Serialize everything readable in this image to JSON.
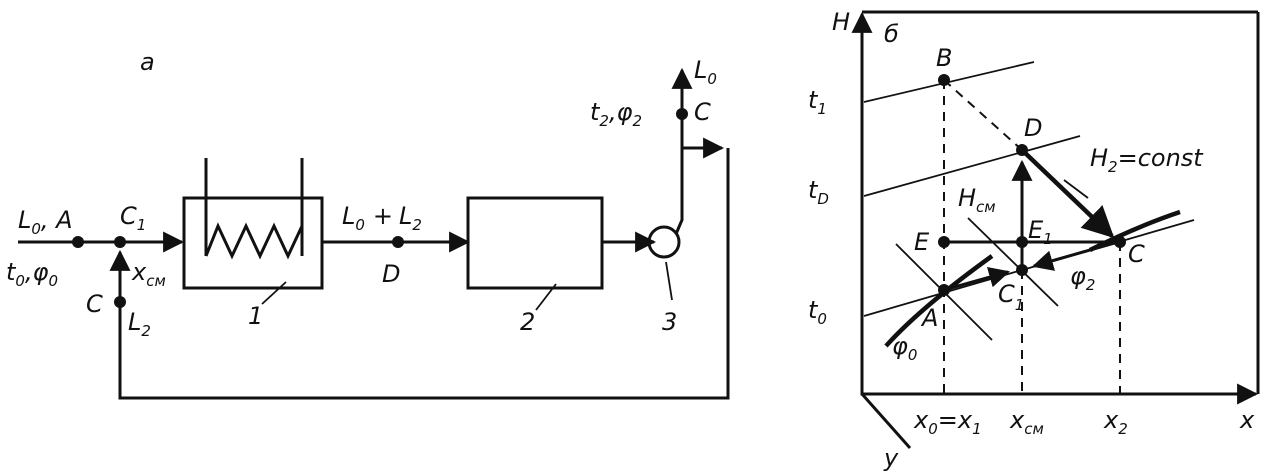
{
  "scheme": {
    "panel_label": "а",
    "in_flow": {
      "main": "L",
      "sub": "0",
      "tail": ", A"
    },
    "in_state": {
      "t": "t",
      "t_sub": "0",
      "sep": ",",
      "phi": "φ",
      "phi_sub": "0"
    },
    "mix_point": {
      "main": "C",
      "sub": "1"
    },
    "mix_moisture": {
      "main": "x",
      "sub": "см"
    },
    "recycle_point": "C",
    "recycle_flow": {
      "main": "L",
      "sub": "2"
    },
    "heater_number": "1",
    "dryer_number": "2",
    "fan_number": "3",
    "total_flow": {
      "a": "L",
      "a_sub": "0",
      "plus": "+",
      "b": "L",
      "b_sub": "2"
    },
    "point_d": "D",
    "out_flow": {
      "main": "L",
      "sub": "0"
    },
    "out_state": {
      "t": "t",
      "t_sub": "2",
      "sep": ",",
      "phi": "φ",
      "phi_sub": "2"
    },
    "out_point": "C"
  },
  "diagram": {
    "panel_label": "б",
    "axis_h": "H",
    "axis_x": "x",
    "axis_y": "y",
    "isotherms": [
      {
        "main": "t",
        "sub": "1"
      },
      {
        "main": "t",
        "sub": "D"
      },
      {
        "main": "t",
        "sub": "0"
      }
    ],
    "points": {
      "B": "B",
      "D": "D",
      "E": "E",
      "E1": {
        "main": "E",
        "sub": "1"
      },
      "C": "C",
      "C1": {
        "main": "C",
        "sub": "1"
      },
      "A": "A"
    },
    "enthalpy_line": {
      "main": "H",
      "sub": "2",
      "tail": "=const"
    },
    "mix_enthalpy": {
      "main": "H",
      "sub": "см"
    },
    "phi0": {
      "main": "φ",
      "sub": "0"
    },
    "phi2": {
      "main": "φ",
      "sub": "2"
    },
    "x_ticks": [
      {
        "a": "x",
        "a_sub": "0",
        "eq": "=",
        "b": "x",
        "b_sub": "1"
      },
      {
        "main": "x",
        "sub": "см"
      },
      {
        "main": "x",
        "sub": "2"
      }
    ]
  }
}
